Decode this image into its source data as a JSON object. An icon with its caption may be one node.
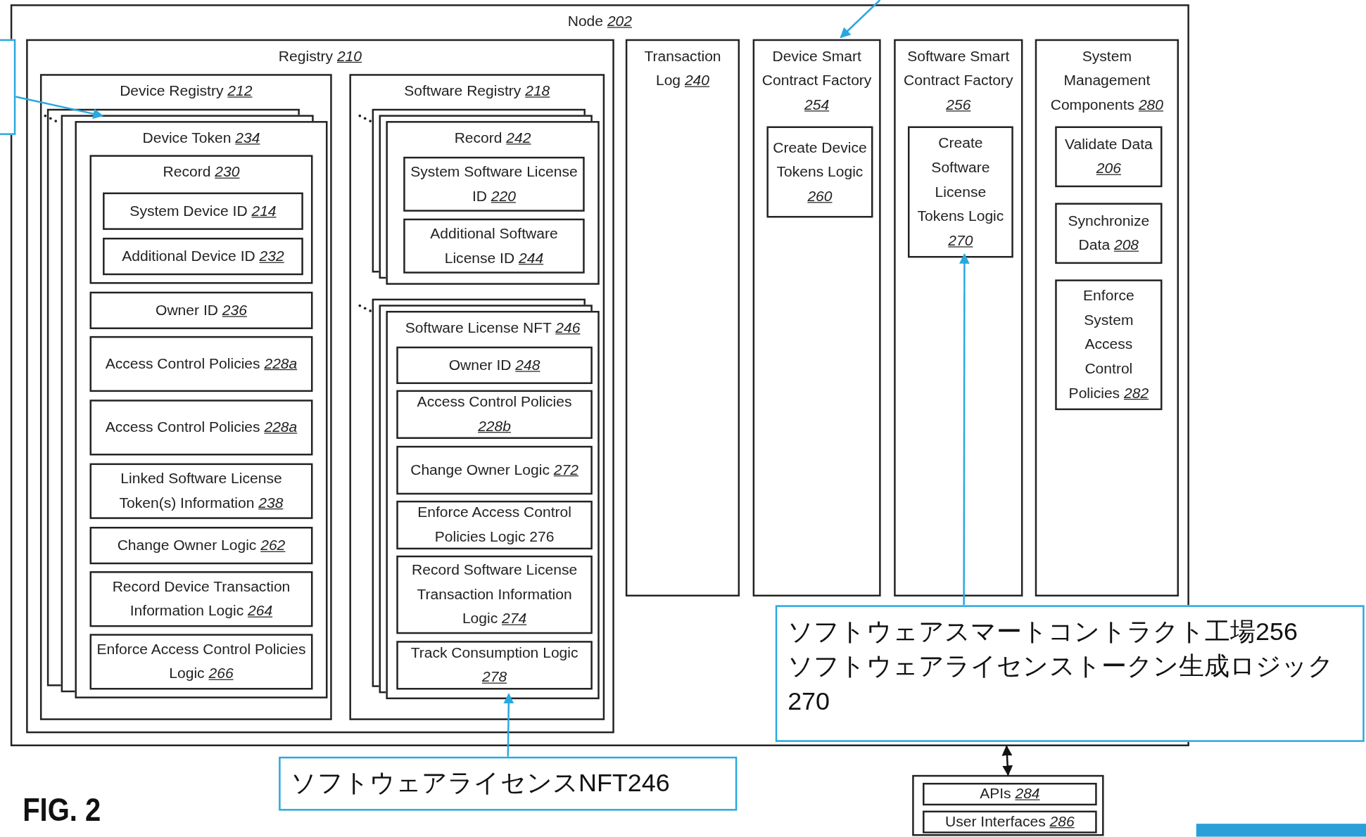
{
  "diagram": {
    "nodes": [
      {
        "text": [
          "Node *202*"
        ]
      },
      {
        "text": [
          "Registry *210*"
        ],
        "in": 0
      },
      {
        "text": [
          "Device Registry *212*"
        ],
        "in": 1
      },
      {
        "text": [
          "Device Token *234*"
        ],
        "in": 2
      },
      {
        "text": [
          "Record *230*"
        ],
        "in": 3
      },
      {
        "text": [
          "System Device ID *214*"
        ],
        "in": 4
      },
      {
        "text": [
          "Additional Device ID *232*"
        ],
        "in": 4
      },
      {
        "text": [
          "Owner ID *236*"
        ],
        "in": 3
      },
      {
        "text": [
          "Access Control Policies *228a*"
        ],
        "in": 3
      },
      {
        "text": [
          "Access Control Policies *228a*"
        ],
        "in": 3
      },
      {
        "text": [
          "Linked Software License Token(s) Information *238*"
        ],
        "in": 3
      },
      {
        "text": [
          "Change Owner Logic *262*"
        ],
        "in": 3
      },
      {
        "text": [
          "Record Device Transaction Information Logic *264*"
        ],
        "in": 3
      },
      {
        "text": [
          "Enforce Access Control Policies Logic *266*"
        ],
        "in": 3
      },
      {
        "text": [
          "Software Registry *218*"
        ],
        "in": 1
      },
      {
        "text": [
          "Record *242*"
        ],
        "in": 14
      },
      {
        "text": [
          "System Software License ID *220*"
        ],
        "in": 15
      },
      {
        "text": [
          "Additional Software License ID *244*"
        ],
        "in": 15
      },
      {
        "text": [
          "Software License NFT *246*"
        ],
        "in": 14
      },
      {
        "text": [
          "Owner ID *248*"
        ],
        "in": 18
      },
      {
        "text": [
          "Access Control Policies *228b*"
        ],
        "in": 18
      },
      {
        "text": [
          "Change Owner Logic *272*"
        ],
        "in": 18
      },
      {
        "text": [
          "Enforce Access Control Policies Logic 276"
        ],
        "in": 18
      },
      {
        "text": [
          "Record Software License Transaction Information Logic *274*"
        ],
        "in": 18
      },
      {
        "text": [
          "Track Consumption Logic *278*"
        ],
        "in": 18
      },
      {
        "text": [
          "Transaction Log *240*"
        ],
        "in": 0
      },
      {
        "text": [
          "Device Smart Contract Factory *254*"
        ],
        "in": 0
      },
      {
        "text": [
          "Create Device Tokens Logic *260*"
        ],
        "in": 26
      },
      {
        "text": [
          "Software Smart Contract Factory *256*"
        ],
        "in": 0
      },
      {
        "text": [
          "Create Software License Tokens Logic *270*"
        ],
        "in": 28
      },
      {
        "text": [
          "System Management Components *280*"
        ],
        "in": 0
      },
      {
        "text": [
          "Validate Data *206*"
        ],
        "in": 30
      },
      {
        "text": [
          "Synchronize Data *208*"
        ],
        "in": 30
      },
      {
        "text": [
          "Enforce System Access Control Policies *282*"
        ],
        "in": 30
      },
      {
        "text": [
          "ソフトウェアスマートコントラクト工場256",
          "ソフトウェアライセンストークン生成ロジック270"
        ]
      },
      {
        "text": [
          "ソフトウェアライセンスNFT246"
        ]
      },
      {
        "text": [],
        "shape": "box"
      },
      {
        "text": [],
        "shape": "box"
      },
      {
        "text": [
          "APIs *284*"
        ],
        "in": 37
      },
      {
        "text": [
          "User Interfaces *286*"
        ],
        "in": 37
      }
    ],
    "edges": [
      {
        "from": 36,
        "to": 3,
        "arrow": "to"
      },
      {
        "from": null,
        "to": 26,
        "arrow": "to"
      },
      {
        "from": 34,
        "to": 29,
        "arrow": "to"
      },
      {
        "from": 35,
        "to": 18,
        "arrow": "to"
      },
      {
        "from": 0,
        "to": 37,
        "arrow": "both",
        "color": "#111111"
      }
    ],
    "labels": [
      "FIG. 2"
    ]
  }
}
